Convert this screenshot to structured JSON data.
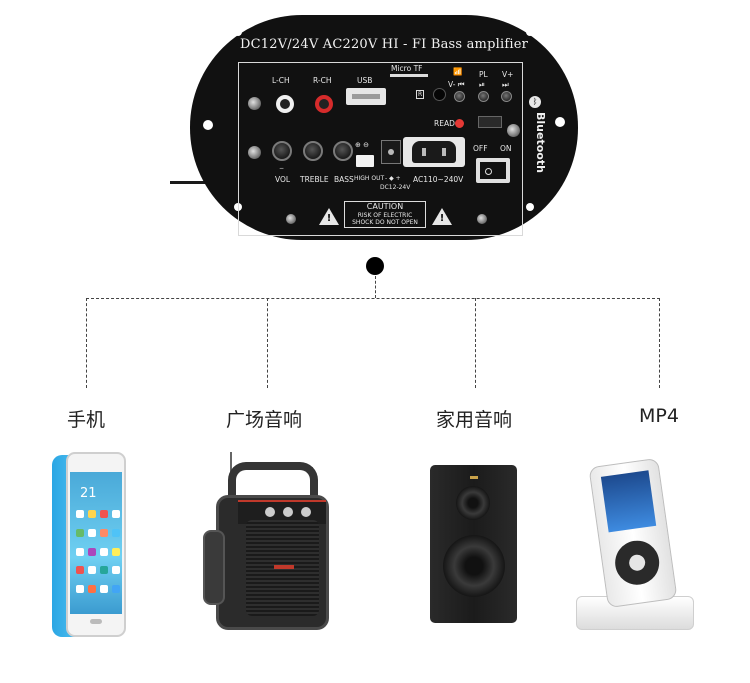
{
  "board": {
    "title": "DC12V/24V AC220V HI - FI Bass amplifier",
    "inputs": {
      "l_ch": "L-CH",
      "r_ch": "R-CH",
      "usb": "USB",
      "micro_tf": "Micro TF",
      "r_mark": "R"
    },
    "buttons": {
      "v_minus": "V-",
      "pl": "PL",
      "v_plus": "V+",
      "prev_sym": "⏮",
      "play_sym": "⏯",
      "next_sym": "⏭"
    },
    "read": "READ",
    "bluetooth": "Bluetooth",
    "switch": {
      "off": "OFF",
      "on": "ON"
    },
    "knobs": {
      "vol": "VOL",
      "treble": "TREBLE",
      "bass": "BASS"
    },
    "high_out": "HIGH OUT",
    "dc_in": "DC12-24V",
    "ac_in": "AC110~240V",
    "caution": {
      "title": "CAUTION",
      "line1": "RISK OF ELECTRIC",
      "line2": "SHOCK DO NOT OPEN"
    }
  },
  "categories": [
    {
      "label": "手机"
    },
    {
      "label": "广场音响"
    },
    {
      "label": "家用音响"
    },
    {
      "label": "MP4"
    }
  ],
  "devices": {
    "phone_clock": "21",
    "colors": {
      "phone": "#3fb6ee",
      "speaker_accent": "#c0392b",
      "ipod_screen": "#2e6fc0"
    }
  }
}
